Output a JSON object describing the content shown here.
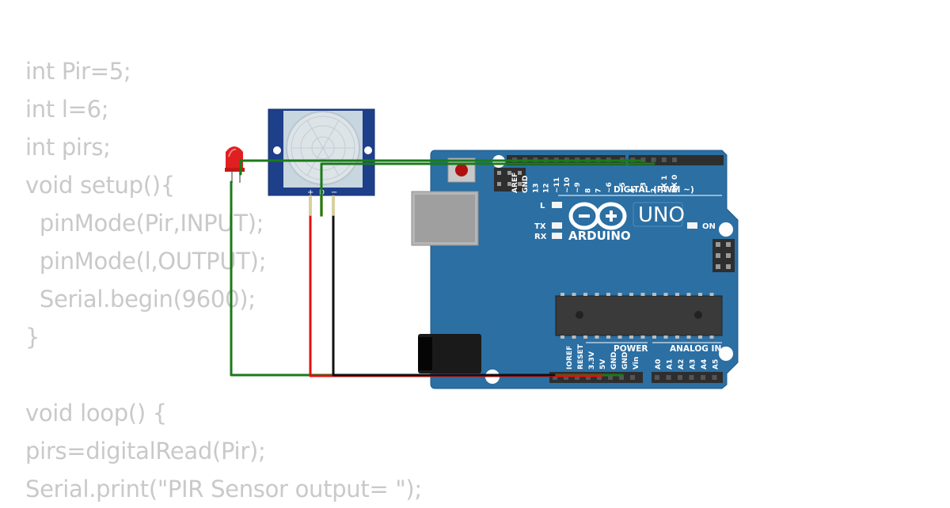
{
  "code_lines": [
    "int Pir=5;",
    "int l=6;",
    "int pirs;",
    "void setup(){",
    "  pinMode(Pir,INPUT);",
    "  pinMode(l,OUTPUT);",
    "  Serial.begin(9600);",
    "}",
    "",
    "void loop() {",
    "pirs=digitalRead(Pir);",
    "Serial.print(\"PIR Sensor output= \");"
  ],
  "board": {
    "brand": "ARDUINO",
    "model": "UNO",
    "digital_header": "DIGITAL (PWM ~)",
    "power_header": "POWER",
    "analog_header": "ANALOG IN",
    "led_l": "L",
    "led_tx": "TX",
    "led_rx": "RX",
    "led_on": "ON",
    "digital_pins": [
      "AREF",
      "GND",
      "13",
      "12",
      "~11",
      "~10",
      "~9",
      "8",
      "7",
      "~6",
      "~5",
      "4",
      "~3",
      "2",
      "TX 1",
      "RX 0"
    ],
    "power_pins": [
      "IOREF",
      "RESET",
      "3.3V",
      "5V",
      "GND",
      "GND",
      "Vin"
    ],
    "analog_pins": [
      "A0",
      "A1",
      "A2",
      "A3",
      "A4",
      "A5"
    ]
  },
  "pir_sensor": {
    "pin_plus": "+",
    "pin_out": "D",
    "pin_minus": "−"
  },
  "colors": {
    "board_blue": "#2b6fa3",
    "wire_green": "#1a7a1a",
    "wire_red": "#e01010",
    "wire_black": "#111111",
    "led_red": "#e02020",
    "code_gray": "#c9c9c9"
  }
}
